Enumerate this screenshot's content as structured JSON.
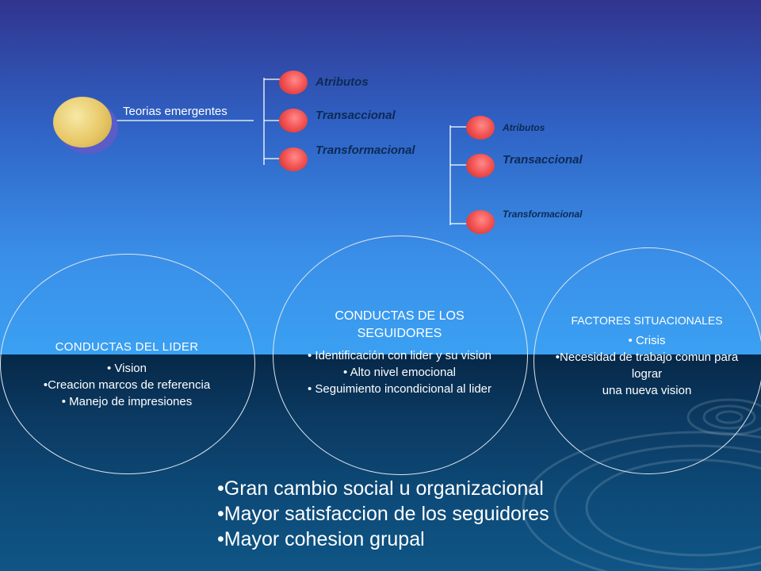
{
  "diagram": {
    "root_label": "Teorias emergentes",
    "level1": [
      {
        "label": "Atributos"
      },
      {
        "label": "Transaccional"
      },
      {
        "label": "Transformacional"
      }
    ],
    "level2": [
      {
        "label": "Atributos"
      },
      {
        "label": "Transaccional"
      },
      {
        "label": "Transformacional"
      }
    ]
  },
  "circles": {
    "leader": {
      "title": "CONDUCTAS DEL LIDER",
      "items": [
        "• Vision",
        "•Creacion marcos de referencia",
        "• Manejo de impresiones"
      ]
    },
    "followers": {
      "title": "CONDUCTAS DE LOS SEGUIDORES",
      "items": [
        "• Identificación con lider y su vision",
        "• Alto nivel emocional",
        "• Seguimiento incondicional al lider"
      ]
    },
    "situational": {
      "title": "FACTORES SITUACIONALES",
      "items": [
        "• Crisis",
        "•Necesidad de trabajo comun para lograr",
        "una nueva vision"
      ]
    }
  },
  "outcomes": [
    "•Gran cambio social u organizacional",
    "•Mayor satisfaccion de los seguidores",
    "•Mayor cohesion grupal"
  ],
  "colors": {
    "ball": "#f45555",
    "root": "#e8c867",
    "label": "#0c2a55"
  }
}
